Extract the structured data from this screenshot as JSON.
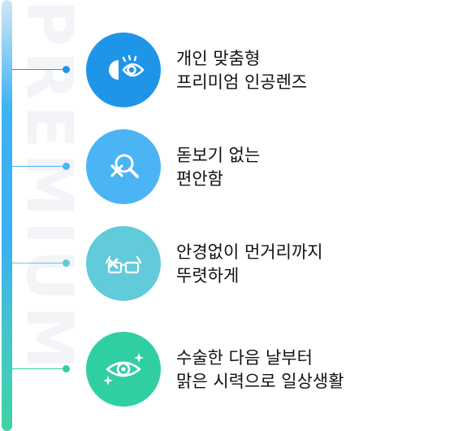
{
  "watermark": "PREMIUM",
  "colors": {
    "item1": "#1f95e8",
    "item2": "#4ab4f5",
    "item3": "#62cbd9",
    "item4": "#30cfa3"
  },
  "items": [
    {
      "icon": "eye-lens-icon",
      "line1": "개인 맞춤형",
      "line2": "프리미엄 인공렌즈"
    },
    {
      "icon": "no-magnifier-icon",
      "line1": "돋보기 없는",
      "line2": "편안함"
    },
    {
      "icon": "no-glasses-icon",
      "line1": "안경없이 먼거리까지",
      "line2": "뚜렷하게"
    },
    {
      "icon": "sparkle-eye-icon",
      "line1": "수술한 다음 날부터",
      "line2": "맑은 시력으로 일상생활"
    }
  ]
}
